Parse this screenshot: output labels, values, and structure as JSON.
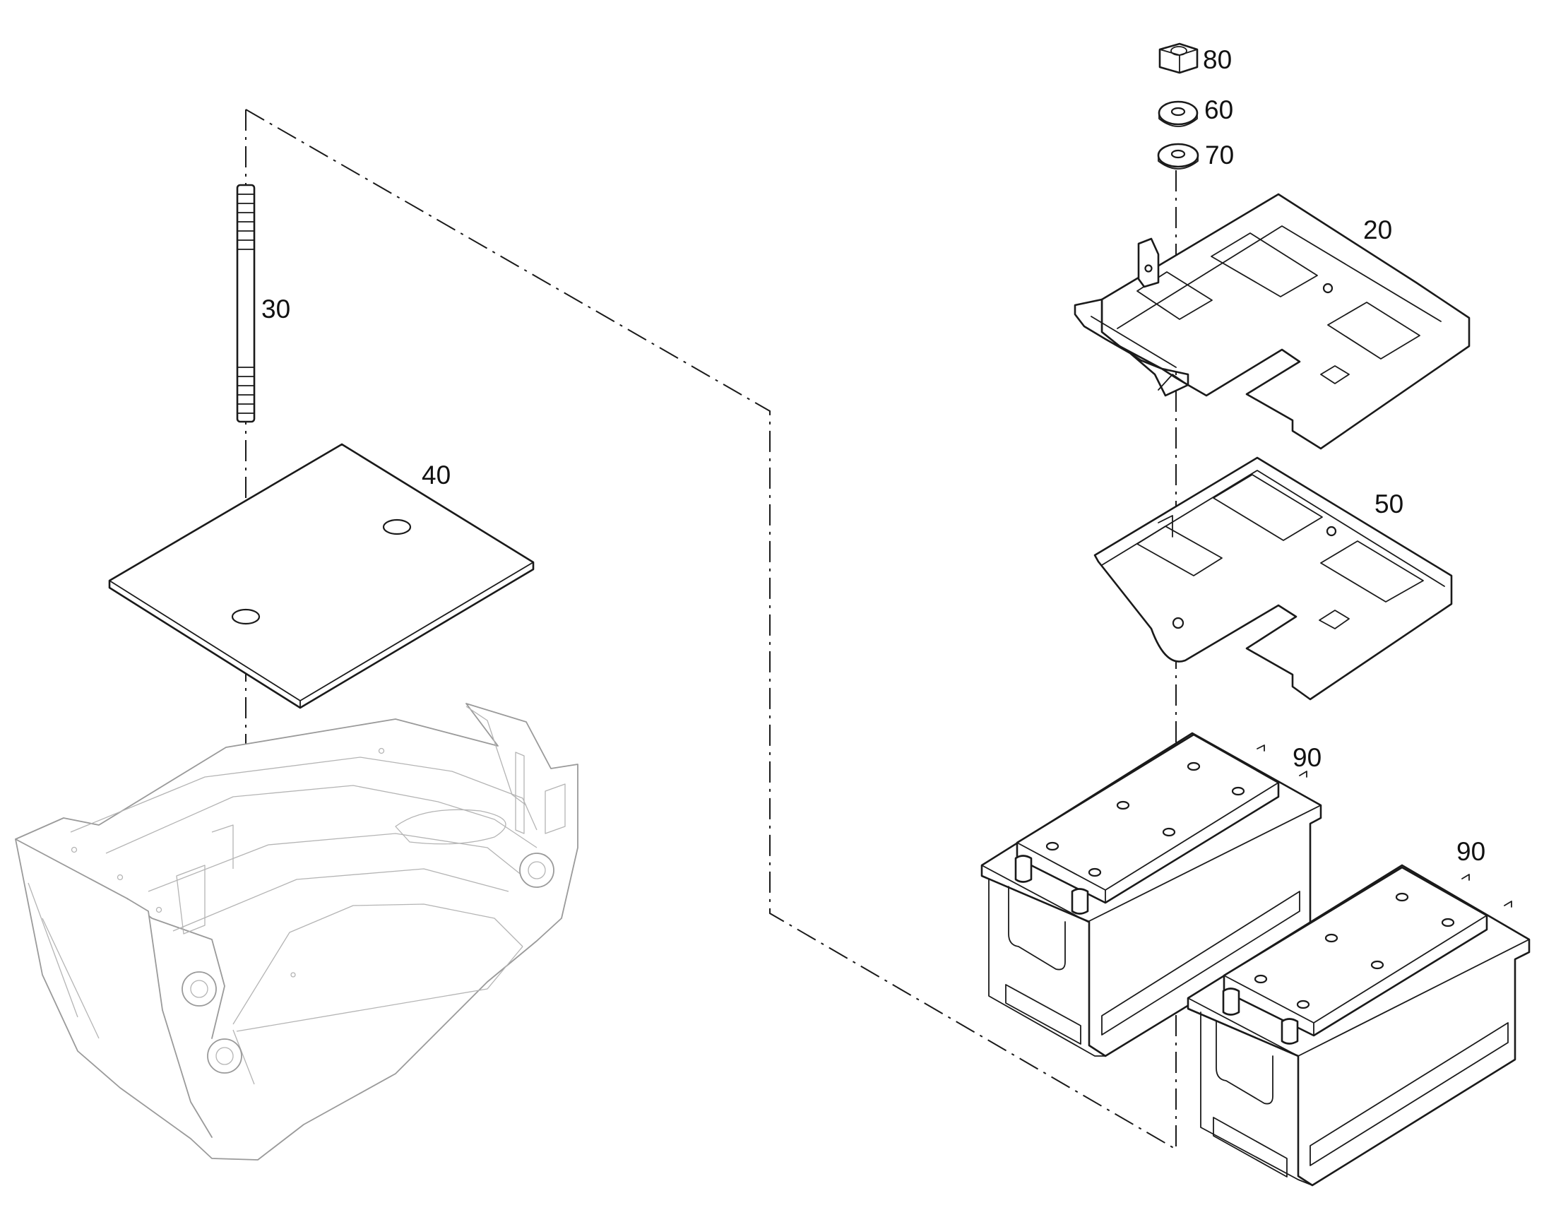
{
  "callouts": {
    "item_80": "80",
    "item_60": "60",
    "item_70": "70",
    "item_20": "20",
    "item_30": "30",
    "item_40": "40",
    "item_50": "50",
    "item_90_upper": "90",
    "item_90_lower": "90"
  },
  "colors": {
    "line": "#1a1a1a",
    "ghost_line": "#9a9a9a",
    "background": "#ffffff"
  }
}
